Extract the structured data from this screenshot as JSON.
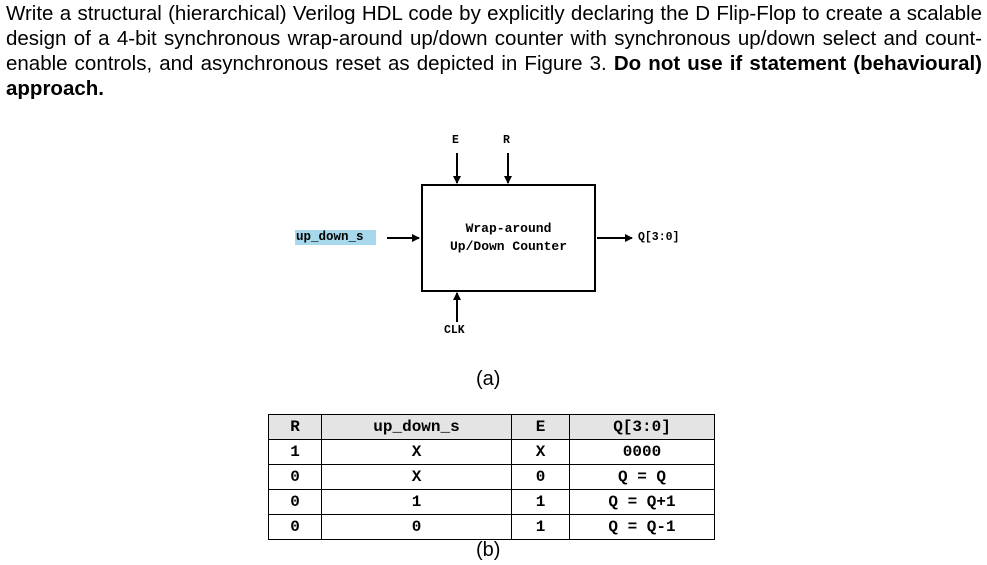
{
  "question": {
    "part1": "Write a structural (hierarchical) Verilog HDL code by explicitly declaring the D Flip-Flop to create a scalable design of a 4-bit synchronous wrap-around up/down counter with synchronous up/down select and count-enable controls, and asynchronous reset as depicted in Figure 3. ",
    "part2": "Do not use if statement (behavioural) approach."
  },
  "diagram": {
    "block_line1": "Wrap-around",
    "block_line2": "Up/Down Counter",
    "input_e": "E",
    "input_r": "R",
    "input_updown": "up_down_s",
    "input_clk": "CLK",
    "output_q": "Q[3:0]",
    "caption": "(a)"
  },
  "table": {
    "headers": [
      "R",
      "up_down_s",
      "E",
      "Q[3:0]"
    ],
    "rows": [
      [
        "1",
        "X",
        "X",
        "0000"
      ],
      [
        "0",
        "X",
        "0",
        "Q = Q"
      ],
      [
        "0",
        "1",
        "1",
        "Q = Q+1"
      ],
      [
        "0",
        "0",
        "1",
        "Q = Q-1"
      ]
    ],
    "caption": "(b)"
  },
  "colors": {
    "highlight": "#a8d8ec",
    "header_fill": "#e4e4e4"
  }
}
